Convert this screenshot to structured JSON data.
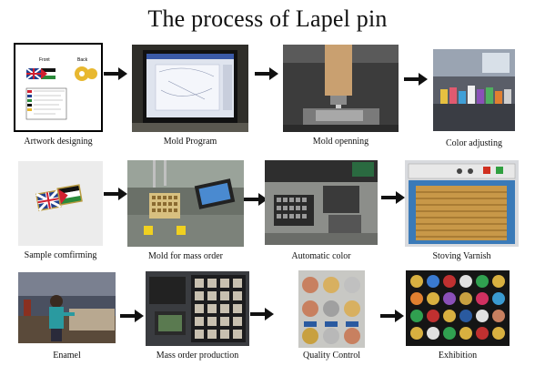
{
  "title": "The process of Lapel pin",
  "steps": [
    {
      "label": "Artwork designing",
      "icon": "artwork-sheet-image",
      "artwork": {
        "front": "Front",
        "back": "Back"
      }
    },
    {
      "label": "Mold Program",
      "icon": "monitor-screen-image"
    },
    {
      "label": "Mold openning",
      "icon": "engraving-machine-image"
    },
    {
      "label": "Color adjusting",
      "icon": "paint-bottles-image"
    },
    {
      "label": "Sample comfirming",
      "icon": "flag-pin-sample-image"
    },
    {
      "label": "Mold for mass order",
      "icon": "production-mold-image"
    },
    {
      "label": "Automatic color",
      "icon": "color-machine-image"
    },
    {
      "label": "Stoving Varnish",
      "icon": "oven-trays-image"
    },
    {
      "label": "Enamel",
      "icon": "worker-enamel-image"
    },
    {
      "label": "Mass order production",
      "icon": "pin-trays-image"
    },
    {
      "label": "Quality Control",
      "icon": "medals-image"
    },
    {
      "label": "Exhibition",
      "icon": "pin-display-board-image"
    }
  ],
  "colors": {
    "arrow": "#111111",
    "highlight_border": "#000000"
  }
}
